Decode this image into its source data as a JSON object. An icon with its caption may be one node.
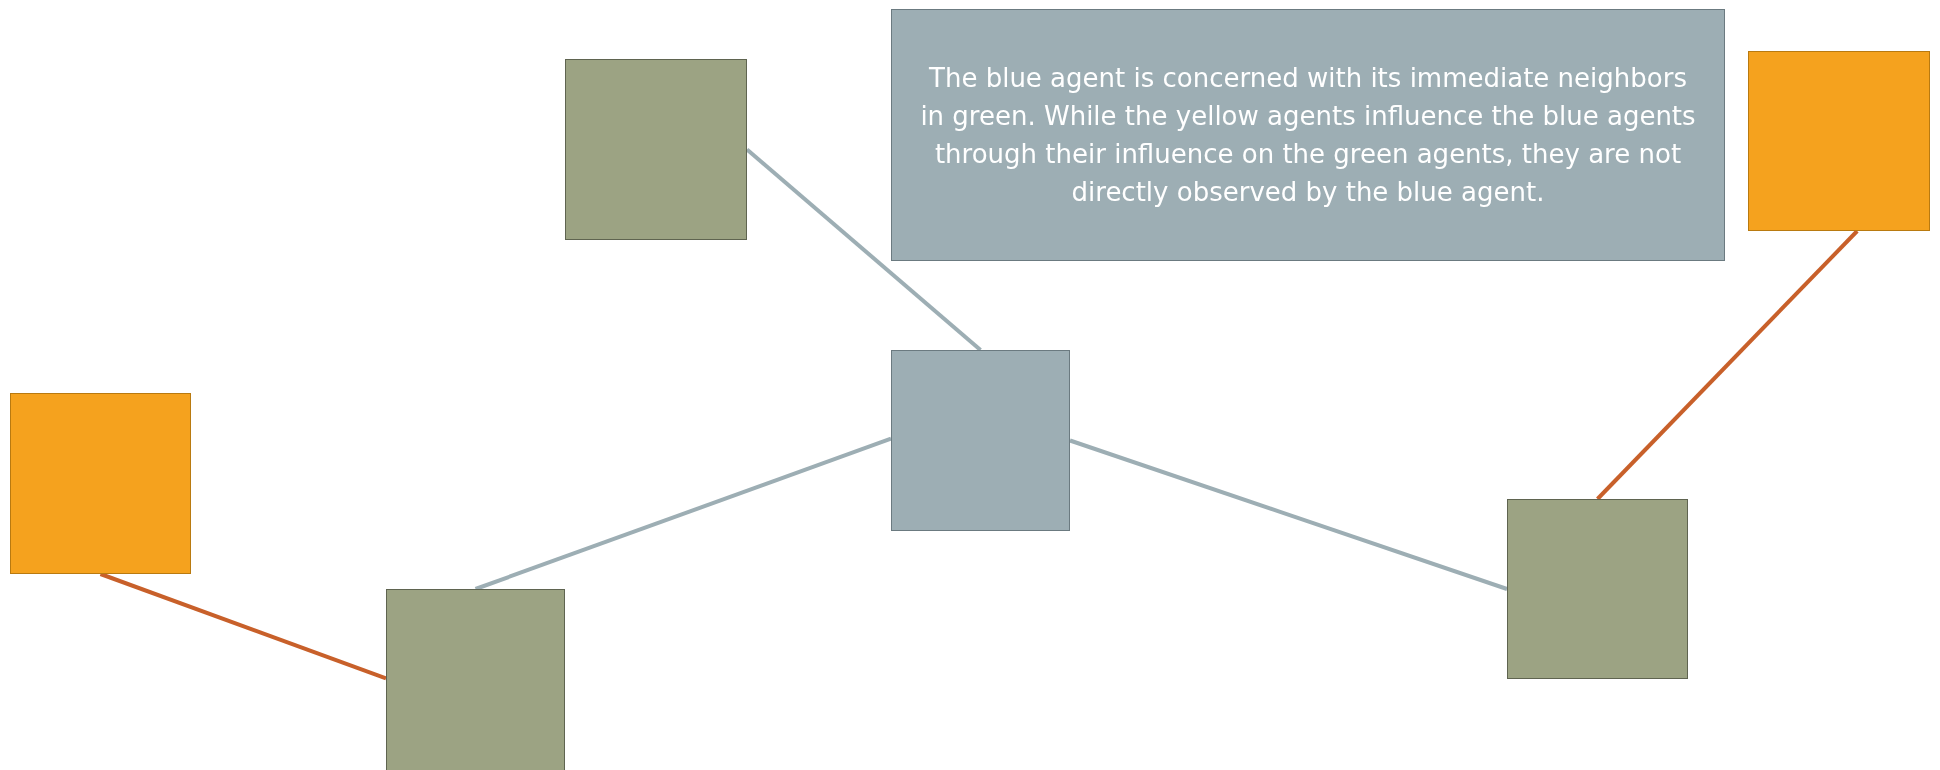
{
  "diagram": {
    "nodes": [
      {
        "text": [],
        "shape": "box"
      },
      {
        "text": [
          "The blue agent is concerned with its immediate neighbors in green. While the yellow agents influence the blue agents through their influence on the green agents, they are not directly observed by the blue agent."
        ]
      },
      {
        "text": [],
        "shape": "box"
      },
      {
        "text": [],
        "shape": "box"
      },
      {
        "text": [],
        "shape": "box"
      },
      {
        "text": [],
        "shape": "box"
      },
      {
        "text": [],
        "shape": "box"
      }
    ],
    "edges": [
      {
        "from": 0,
        "to": 4,
        "arrow": "none"
      },
      {
        "from": 6,
        "to": 4,
        "arrow": "none"
      },
      {
        "from": 4,
        "to": 5,
        "arrow": "none"
      },
      {
        "from": 3,
        "to": 6,
        "arrow": "none",
        "color": "#c8602a"
      },
      {
        "from": 2,
        "to": 5,
        "arrow": "none",
        "color": "#c8602a"
      }
    ]
  }
}
